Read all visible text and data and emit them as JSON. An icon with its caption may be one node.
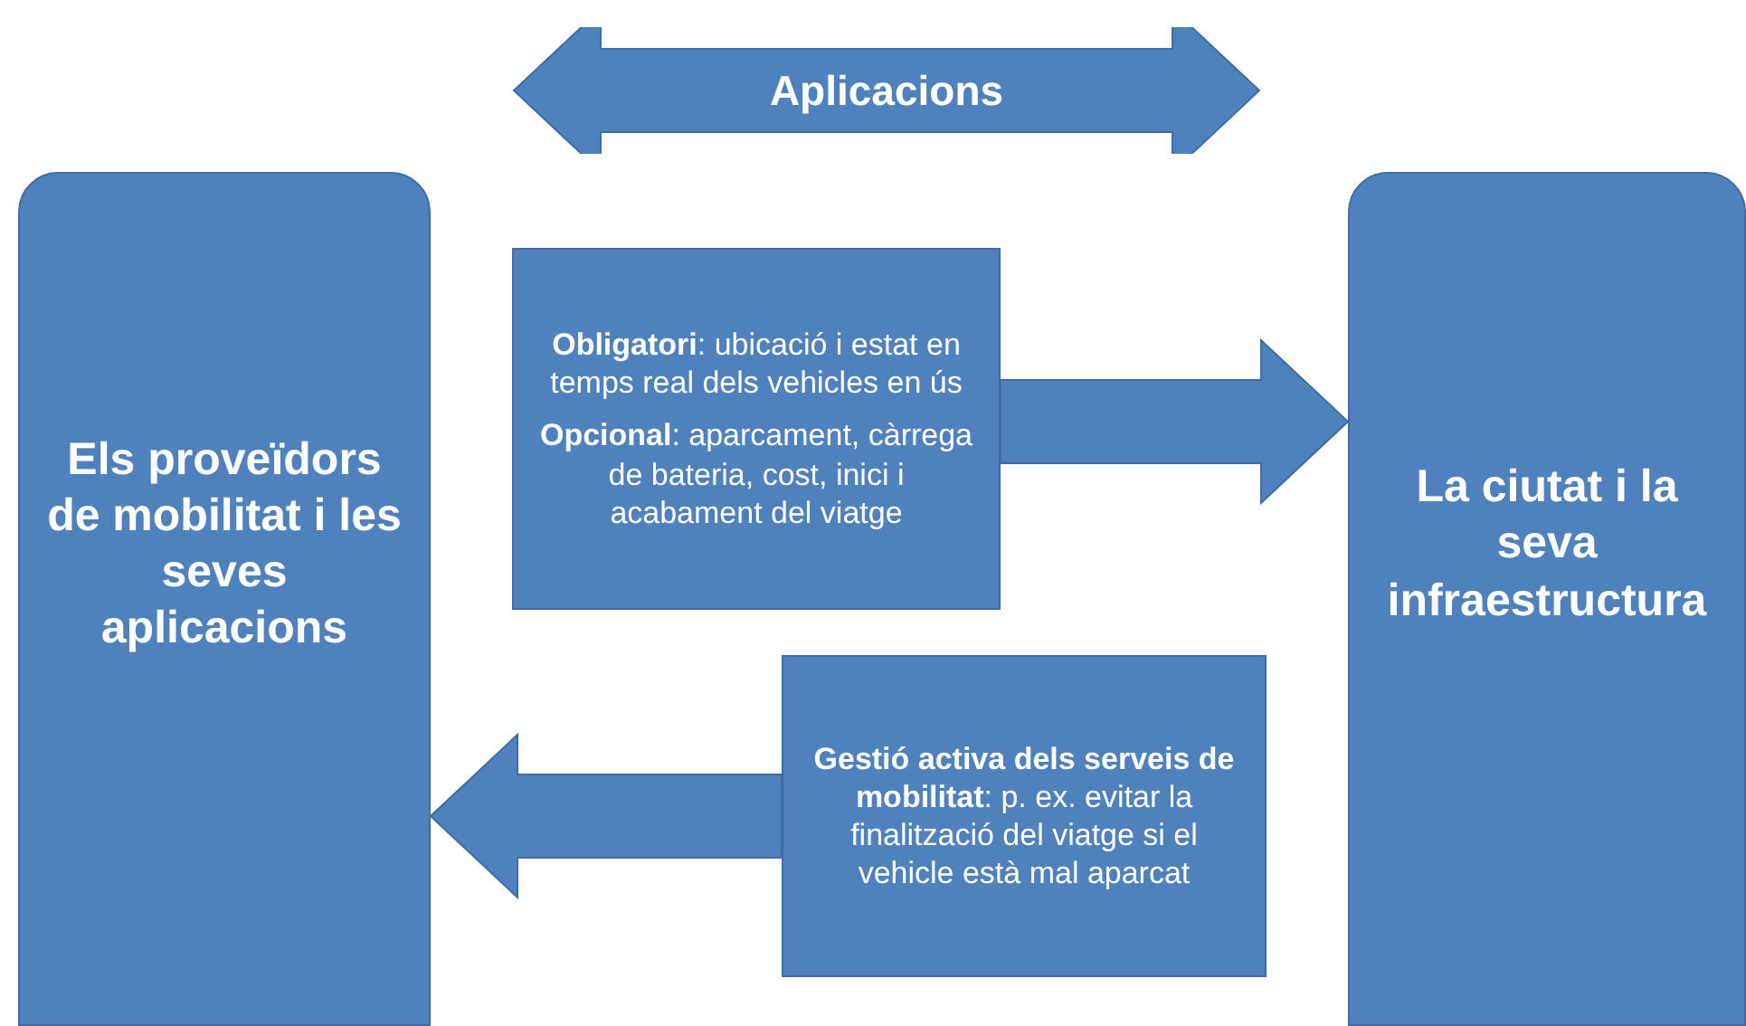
{
  "diagram": {
    "nodes": [
      {
        "text": [
          "Els proveïdors de mobilitat i les seves aplicacions"
        ]
      },
      {
        "text": [
          "La ciutat i la seva infraestructura"
        ]
      },
      {
        "text": [
          "Aplicacions"
        ]
      },
      {
        "text": [
          "**Obligatori**: ubicació i estat en temps real dels vehicles en ús",
          "**Opcional**: aparcament, càrrega de bateria, cost, inici i acabament del viatge"
        ]
      },
      {
        "text": [
          "**Gestió activa dels serveis de mobilitat**: p. ex. evitar la finalització del viatge si el vehicle està mal aparcat"
        ]
      }
    ],
    "edges": [
      {
        "from": 3,
        "to": 1,
        "arrow": "to"
      },
      {
        "from": 4,
        "to": 0,
        "arrow": "to"
      }
    ]
  }
}
